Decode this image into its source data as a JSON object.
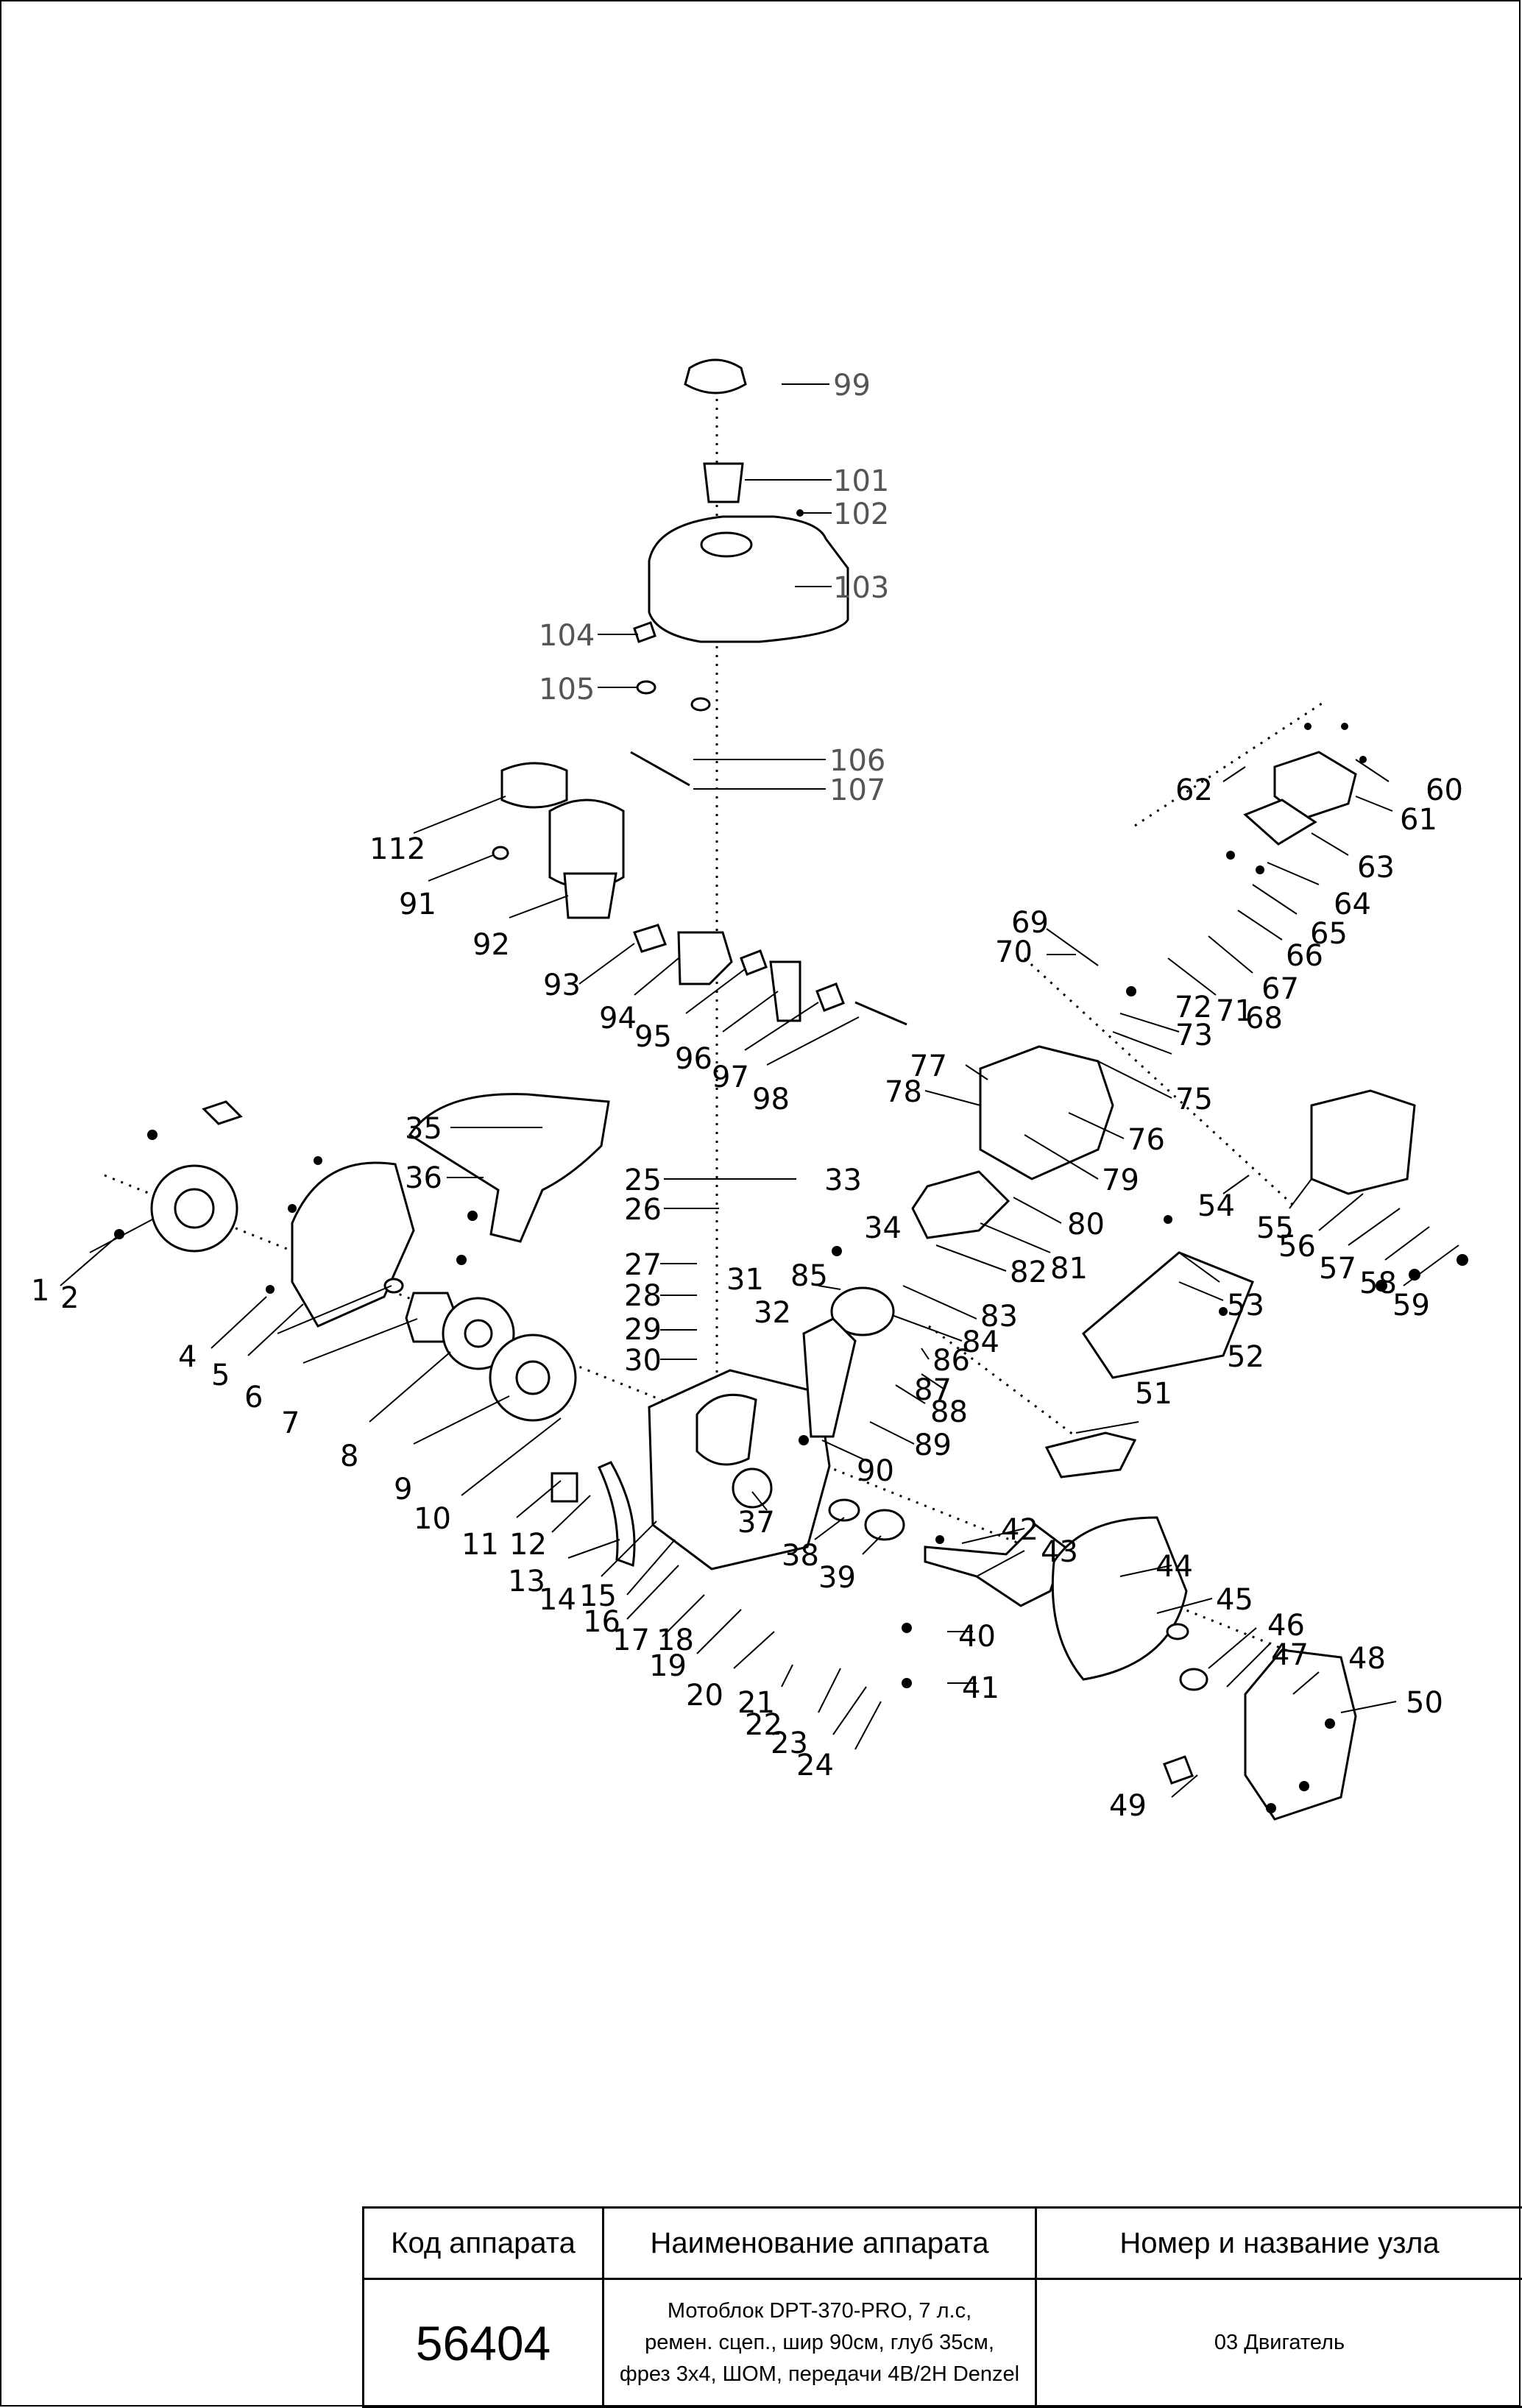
{
  "labels": {
    "l1": "1",
    "l2": "2",
    "l4": "4",
    "l5": "5",
    "l6": "6",
    "l7": "7",
    "l8": "8",
    "l9": "9",
    "l10": "10",
    "l11": "11",
    "l12": "12",
    "l13": "13",
    "l14": "14",
    "l15": "15",
    "l16": "16",
    "l17": "17",
    "l18": "18",
    "l19": "19",
    "l20": "20",
    "l21": "21",
    "l22": "22",
    "l23": "23",
    "l24": "24",
    "l25": "25",
    "l26": "26",
    "l27": "27",
    "l28": "28",
    "l29": "29",
    "l30": "30",
    "l31": "31",
    "l32": "32",
    "l33": "33",
    "l34": "34",
    "l35": "35",
    "l36": "36",
    "l37": "37",
    "l38": "38",
    "l39": "39",
    "l40": "40",
    "l41": "41",
    "l42": "42",
    "l43": "43",
    "l44": "44",
    "l45": "45",
    "l46": "46",
    "l47": "47",
    "l48": "48",
    "l49": "49",
    "l50": "50",
    "l51": "51",
    "l52": "52",
    "l53": "53",
    "l54": "54",
    "l55": "55",
    "l56": "56",
    "l57": "57",
    "l58": "58",
    "l59": "59",
    "l60": "60",
    "l61": "61",
    "l62": "62",
    "l63": "63",
    "l64": "64",
    "l65": "65",
    "l66": "66",
    "l67": "67",
    "l68": "68",
    "l69": "69",
    "l70": "70",
    "l71": "71",
    "l72": "72",
    "l73": "73",
    "l75": "75",
    "l76": "76",
    "l77": "77",
    "l78": "78",
    "l79": "79",
    "l80": "80",
    "l81": "81",
    "l82": "82",
    "l83": "83",
    "l84": "84",
    "l85": "85",
    "l86": "86",
    "l87": "87",
    "l88": "88",
    "l89": "89",
    "l90": "90",
    "l91": "91",
    "l92": "92",
    "l93": "93",
    "l94": "94",
    "l95": "95",
    "l96": "96",
    "l97": "97",
    "l98": "98",
    "l99": "99",
    "l101": "101",
    "l102": "102",
    "l103": "103",
    "l104": "104",
    "l105": "105",
    "l106": "106",
    "l107": "107",
    "l112": "112"
  },
  "title_block": {
    "headers": {
      "code": "Код аппарата",
      "name": "Наименование аппарата",
      "unit": "Номер и название узла"
    },
    "code": "56404",
    "name_lines": [
      "Мотоблок DPT-370-PRO, 7 л.с,",
      "ремен. сцеп., шир 90см, глуб 35см,",
      "фрез 3х4, ШОМ, передачи 4В/2Н Denzel"
    ],
    "unit": "03 Двигатель"
  }
}
